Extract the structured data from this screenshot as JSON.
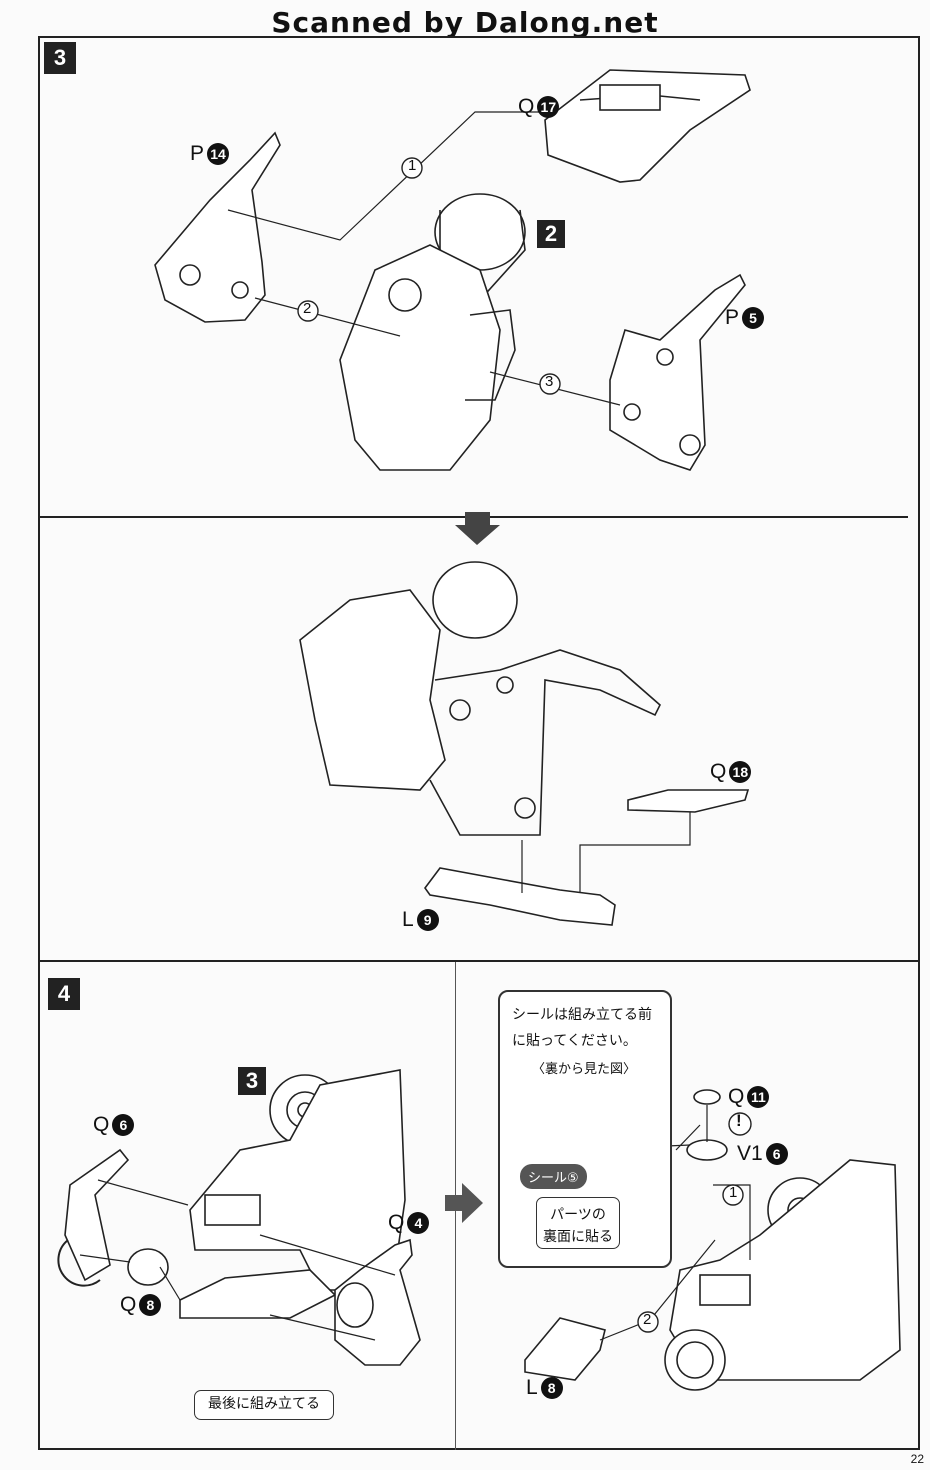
{
  "watermark": "Scanned by Dalong.net",
  "page_number": "22",
  "step3": {
    "step_label": "3",
    "assembly_ref": "2",
    "parts": [
      {
        "letter": "Q",
        "number": "17"
      },
      {
        "letter": "P",
        "number": "14"
      },
      {
        "letter": "P",
        "number": "5"
      }
    ],
    "order_marks": [
      "1",
      "2",
      "3"
    ],
    "result_parts": [
      {
        "letter": "Q",
        "number": "18"
      },
      {
        "letter": "L",
        "number": "9"
      }
    ]
  },
  "step4": {
    "step_label": "4",
    "assembly_ref": "3",
    "parts": [
      {
        "letter": "Q",
        "number": "6"
      },
      {
        "letter": "Q",
        "number": "4"
      },
      {
        "letter": "Q",
        "number": "8"
      }
    ],
    "assemble_last_note": "最後に組み立てる",
    "sticker_note": {
      "line1": "シールは組み立てる前",
      "line2": "に貼ってください。",
      "view_caption": "〈裏から見た図〉",
      "seal_label": "シール⑤",
      "apply_line1": "パーツの",
      "apply_line2": "裏面に貼る"
    },
    "right_parts": [
      {
        "letter": "Q",
        "number": "11"
      },
      {
        "letter": "V1",
        "number": "6"
      },
      {
        "letter": "L",
        "number": "8"
      }
    ],
    "caution_mark": "!",
    "order_marks": [
      "1",
      "2"
    ]
  },
  "colors": {
    "ink": "#111111",
    "paper": "#fbfbfb",
    "badge": "#555555"
  }
}
